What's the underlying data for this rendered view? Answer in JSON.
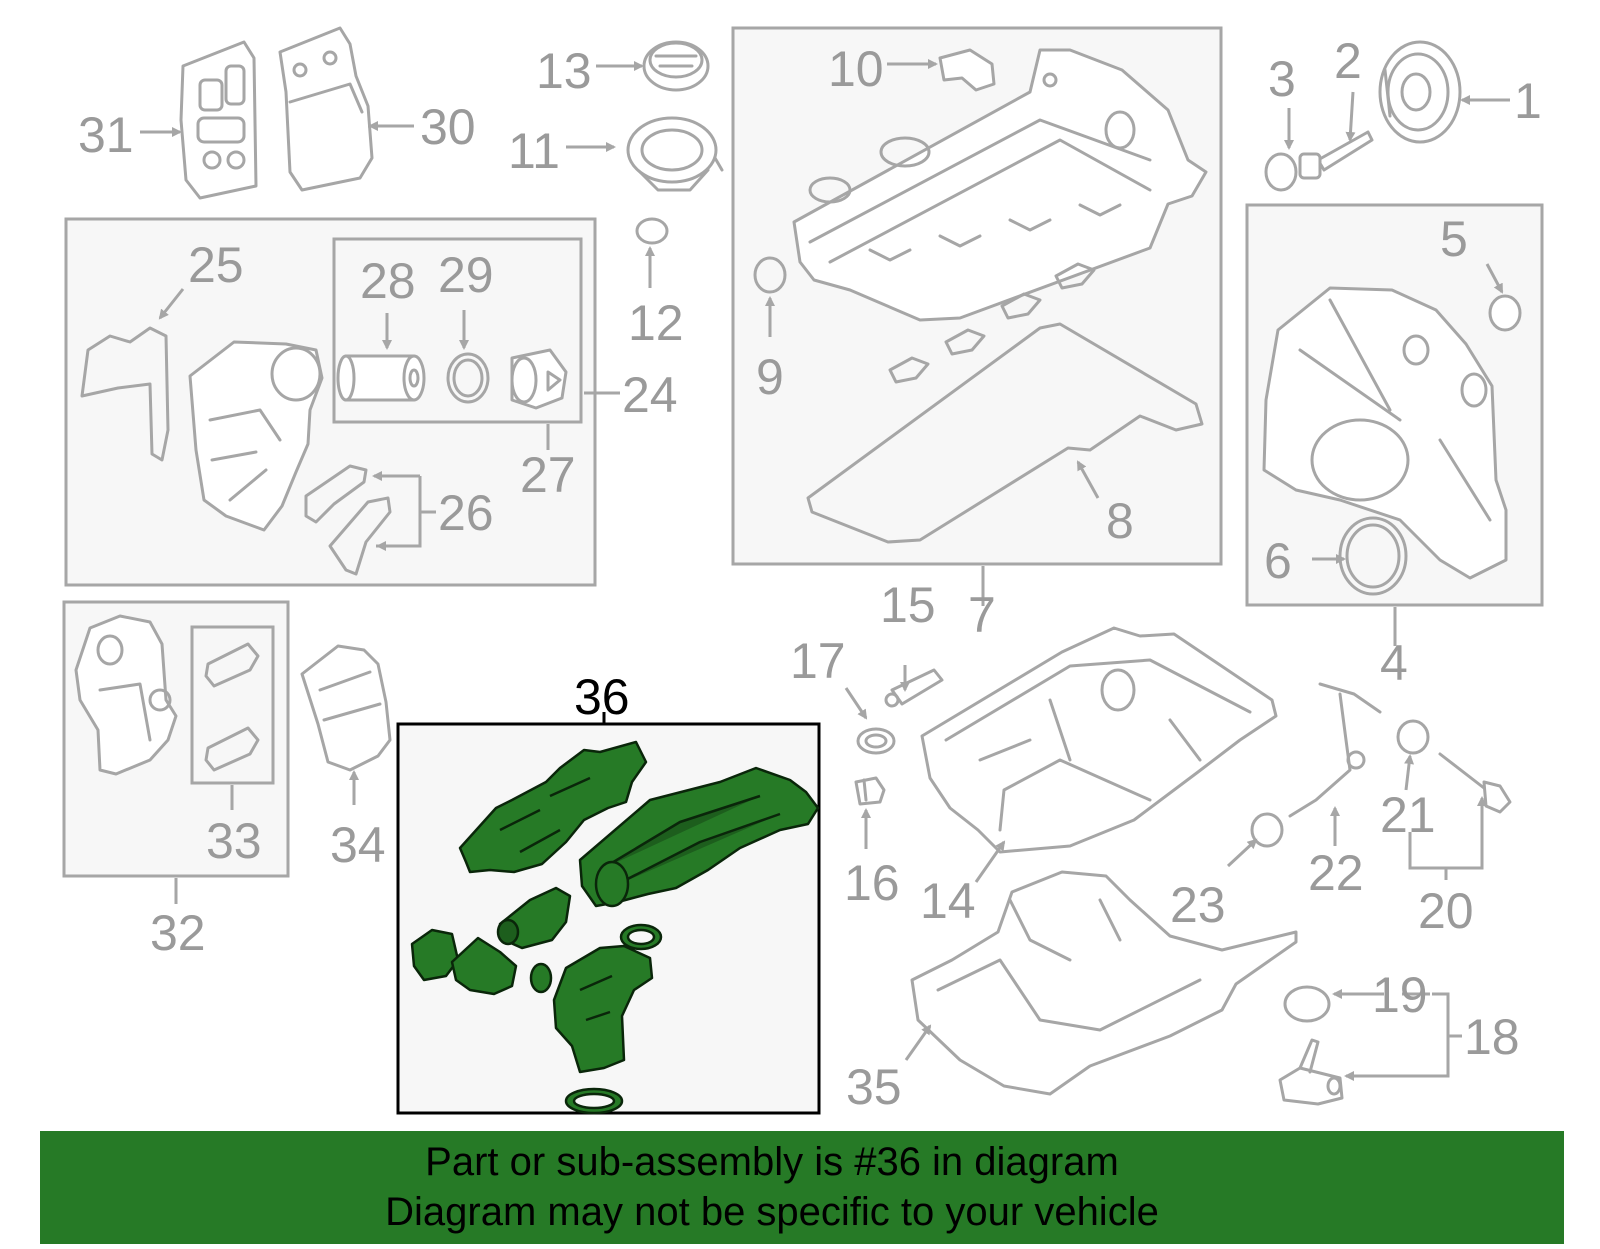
{
  "diagram": {
    "labels": {
      "l1": "1",
      "l2": "2",
      "l3": "3",
      "l4": "4",
      "l5": "5",
      "l6": "6",
      "l7": "7",
      "l8": "8",
      "l9": "9",
      "l10": "10",
      "l11": "11",
      "l12": "12",
      "l13": "13",
      "l14": "14",
      "l15": "15",
      "l16": "16",
      "l17": "17",
      "l18": "18",
      "l19": "19",
      "l20": "20",
      "l21": "21",
      "l22": "22",
      "l23": "23",
      "l24": "24",
      "l25": "25",
      "l26": "26",
      "l27": "27",
      "l28": "28",
      "l29": "29",
      "l30": "30",
      "l31": "31",
      "l32": "32",
      "l33": "33",
      "l34": "34",
      "l35": "35",
      "l36": "36"
    },
    "highlighted_part": "36",
    "colors": {
      "highlight_fill": "#267a26",
      "part_stroke": "#a6a6a6",
      "label_text": "#9a9a9a"
    }
  },
  "banner": {
    "line1": "Part or sub-assembly is #36 in diagram",
    "line2": "Diagram may not be specific to your vehicle"
  }
}
